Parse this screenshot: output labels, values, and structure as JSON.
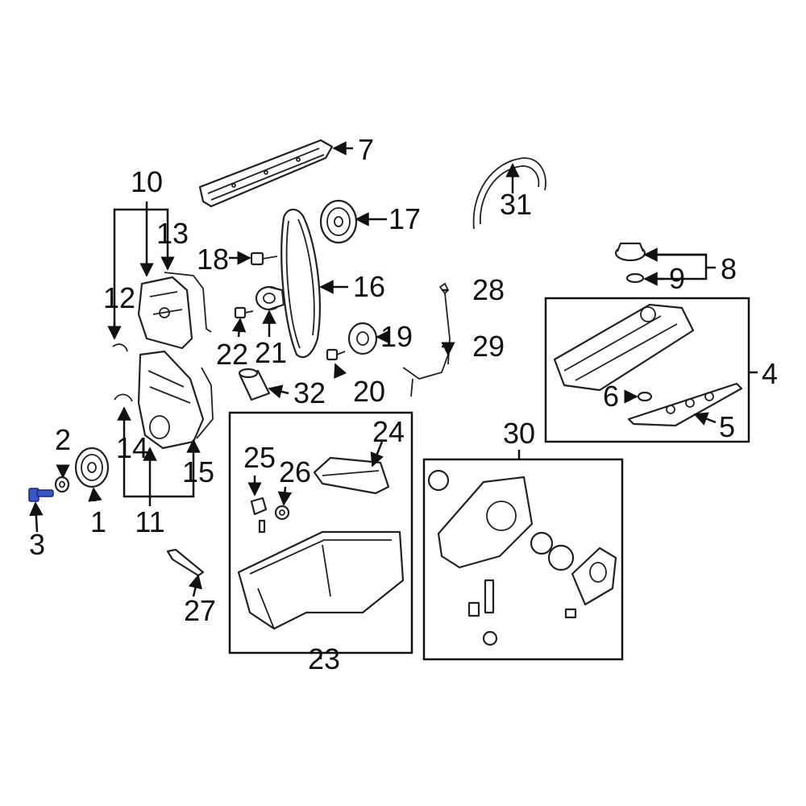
{
  "callouts": {
    "c1": "1",
    "c2": "2",
    "c3": "3",
    "c4": "4",
    "c5": "5",
    "c6": "6",
    "c7": "7",
    "c8": "8",
    "c9": "9",
    "c10": "10",
    "c11": "11",
    "c12": "12",
    "c13": "13",
    "c14": "14",
    "c15": "15",
    "c16": "16",
    "c17": "17",
    "c18": "18",
    "c19": "19",
    "c20": "20",
    "c21": "21",
    "c22": "22",
    "c23": "23",
    "c24": "24",
    "c25": "25",
    "c26": "26",
    "c27": "27",
    "c28": "28",
    "c29": "29",
    "c30": "30",
    "c31": "31",
    "c32": "32"
  },
  "highlighted_part": "3",
  "colors": {
    "line": "#111111",
    "highlight": "#3a55c8"
  }
}
